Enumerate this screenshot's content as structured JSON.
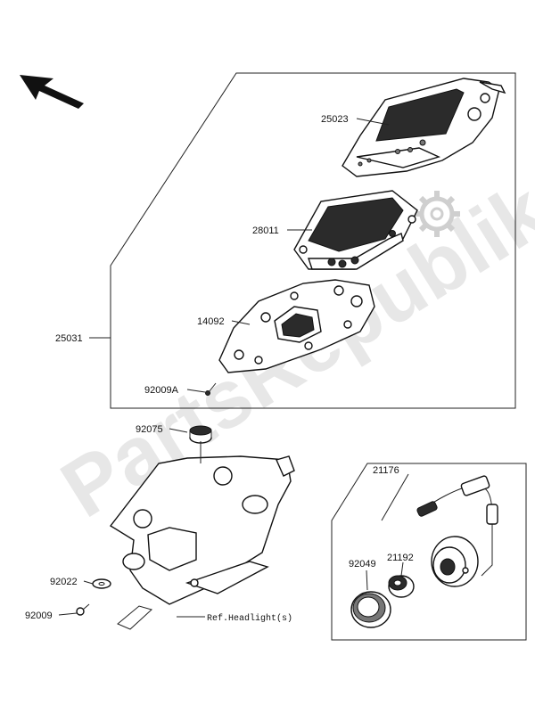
{
  "watermark": "PartsRepublik",
  "callouts": {
    "c25023": "25023",
    "c28011": "28011",
    "c14092": "14092",
    "c25031": "25031",
    "c92009A": "92009A",
    "c92075": "92075",
    "c21176": "21176",
    "c21192": "21192",
    "c92049": "92049",
    "c92022": "92022",
    "c92009": "92009"
  },
  "ref_note": "Ref.Headlight(s)",
  "colors": {
    "line": "#222222",
    "watermark": "#e7e7e7",
    "dark_part": "#2b2b2b"
  },
  "icons": {
    "direction": "arrow-up-left",
    "gear": "gear-watermark"
  }
}
